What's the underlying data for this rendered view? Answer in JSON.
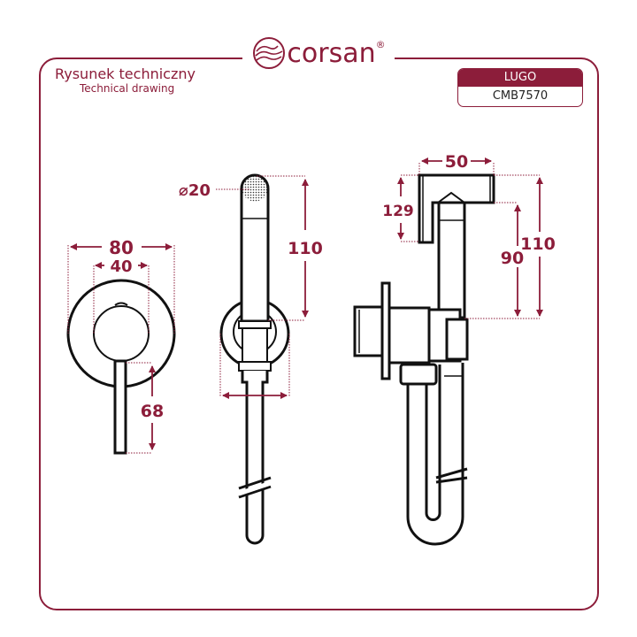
{
  "brand": {
    "name": "corsan",
    "registered": "®",
    "color": "#8c1d3a"
  },
  "header": {
    "title_pl": "Rysunek techniczny",
    "title_en": "Technical drawing"
  },
  "product": {
    "name": "LUGO",
    "code": "CMB7570"
  },
  "drawings": {
    "front_view": {
      "outer_width": "80",
      "inner_width": "40",
      "lever_length": "68"
    },
    "hand_shower": {
      "diameter": "⌀20",
      "height": "110"
    },
    "side_view": {
      "head_width": "50",
      "head_drop": "129",
      "inner_height": "90",
      "outer_height": "110"
    }
  },
  "colors": {
    "accent": "#8c1d3a",
    "line": "#111111"
  }
}
